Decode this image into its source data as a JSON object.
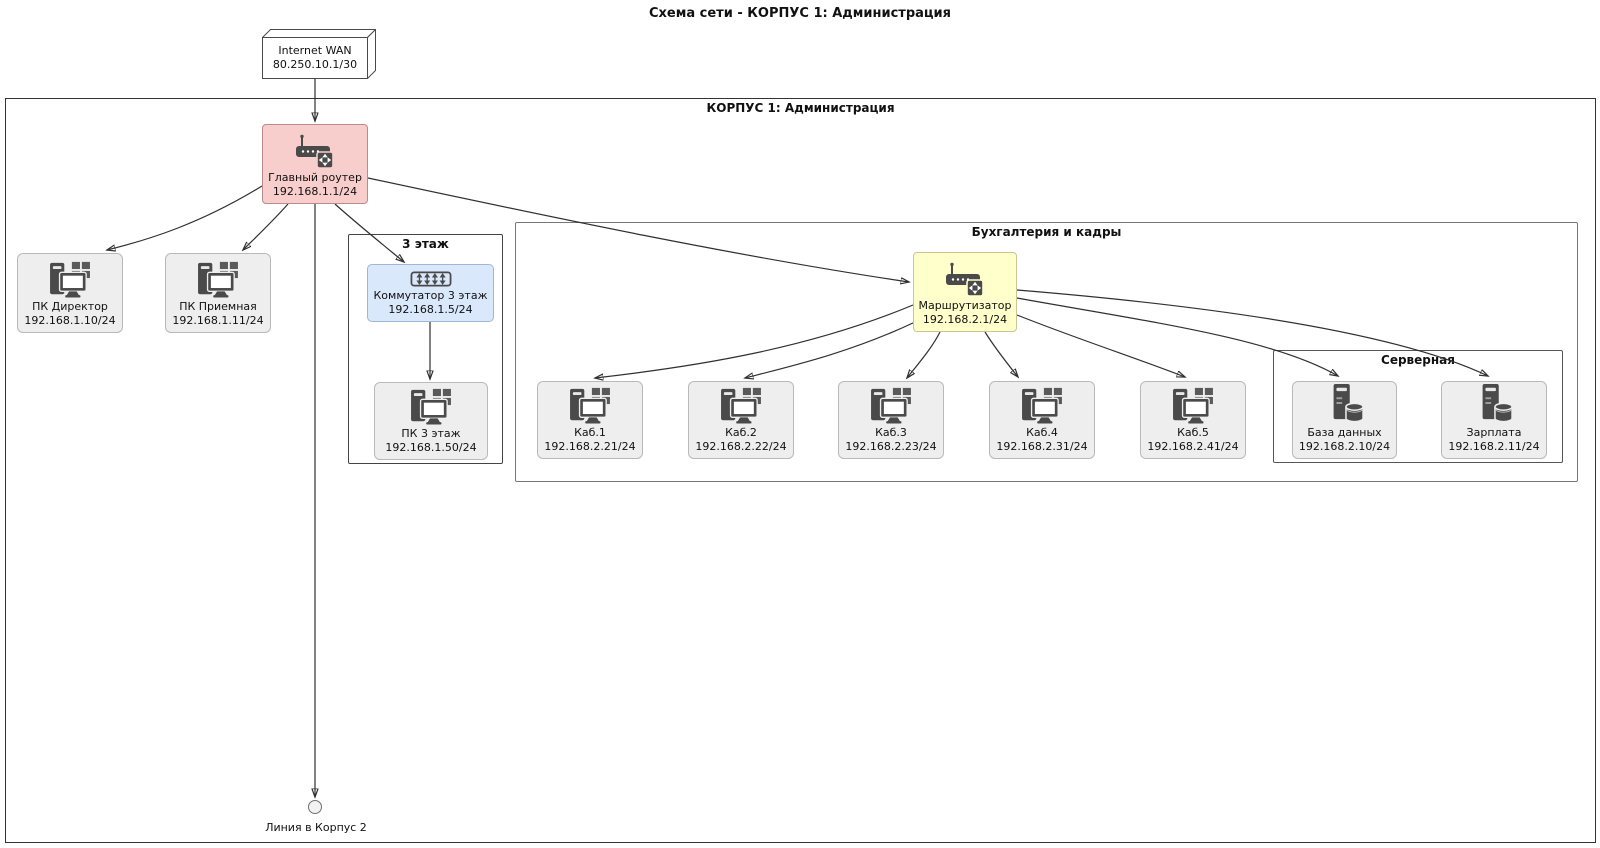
{
  "title": "Схема сети - КОРПУС 1: Администрация",
  "clusters": {
    "korpus1": "КОРПУС 1: Администрация",
    "floor3": "3 этаж",
    "accounting": "Бухгалтерия и кадры",
    "server_room": "Серверная"
  },
  "nodes": {
    "wan": {
      "name": "Internet WAN",
      "ip": "80.250.10.1/30"
    },
    "main_router": {
      "name": "Главный роутер",
      "ip": "192.168.1.1/24"
    },
    "pc_director": {
      "name": "ПК Директор",
      "ip": "192.168.1.10/24"
    },
    "pc_reception": {
      "name": "ПК Приемная",
      "ip": "192.168.1.11/24"
    },
    "switch_floor3": {
      "name": "Коммутатор 3 этаж",
      "ip": "192.168.1.5/24"
    },
    "pc_floor3": {
      "name": "ПК 3 этаж",
      "ip": "192.168.1.50/24"
    },
    "router2": {
      "name": "Маршрутизатор",
      "ip": "192.168.2.1/24"
    },
    "kab1": {
      "name": "Каб.1",
      "ip": "192.168.2.21/24"
    },
    "kab2": {
      "name": "Каб.2",
      "ip": "192.168.2.22/24"
    },
    "kab3": {
      "name": "Каб.3",
      "ip": "192.168.2.23/24"
    },
    "kab4": {
      "name": "Каб.4",
      "ip": "192.168.2.31/24"
    },
    "kab5": {
      "name": "Каб.5",
      "ip": "192.168.2.41/24"
    },
    "db_server": {
      "name": "База данных",
      "ip": "192.168.2.10/24"
    },
    "salary_server": {
      "name": "Зарплата",
      "ip": "192.168.2.11/24"
    }
  },
  "labels": {
    "line_to_korpus2": "Линия в Корпус 2"
  },
  "edges": [
    {
      "from": "Internet WAN",
      "to": "Главный роутер"
    },
    {
      "from": "Главный роутер",
      "to": "ПК Директор"
    },
    {
      "from": "Главный роутер",
      "to": "ПК Приемная"
    },
    {
      "from": "Главный роутер",
      "to": "Коммутатор 3 этаж"
    },
    {
      "from": "Главный роутер",
      "to": "Маршрутизатор"
    },
    {
      "from": "Главный роутер",
      "to": "Линия в Корпус 2"
    },
    {
      "from": "Коммутатор 3 этаж",
      "to": "ПК 3 этаж"
    },
    {
      "from": "Маршрутизатор",
      "to": "Каб.1"
    },
    {
      "from": "Маршрутизатор",
      "to": "Каб.2"
    },
    {
      "from": "Маршрутизатор",
      "to": "Каб.3"
    },
    {
      "from": "Маршрутизатор",
      "to": "Каб.4"
    },
    {
      "from": "Маршрутизатор",
      "to": "Каб.5"
    },
    {
      "from": "Маршрутизатор",
      "to": "База данных"
    },
    {
      "from": "Маршрутизатор",
      "to": "Зарплата"
    }
  ],
  "colors": {
    "main_router_fill": "#f8cecc",
    "switch_fill": "#dae8fc",
    "router2_fill": "#ffffcc",
    "device_fill": "#eeeeee",
    "edge": "#303030"
  }
}
